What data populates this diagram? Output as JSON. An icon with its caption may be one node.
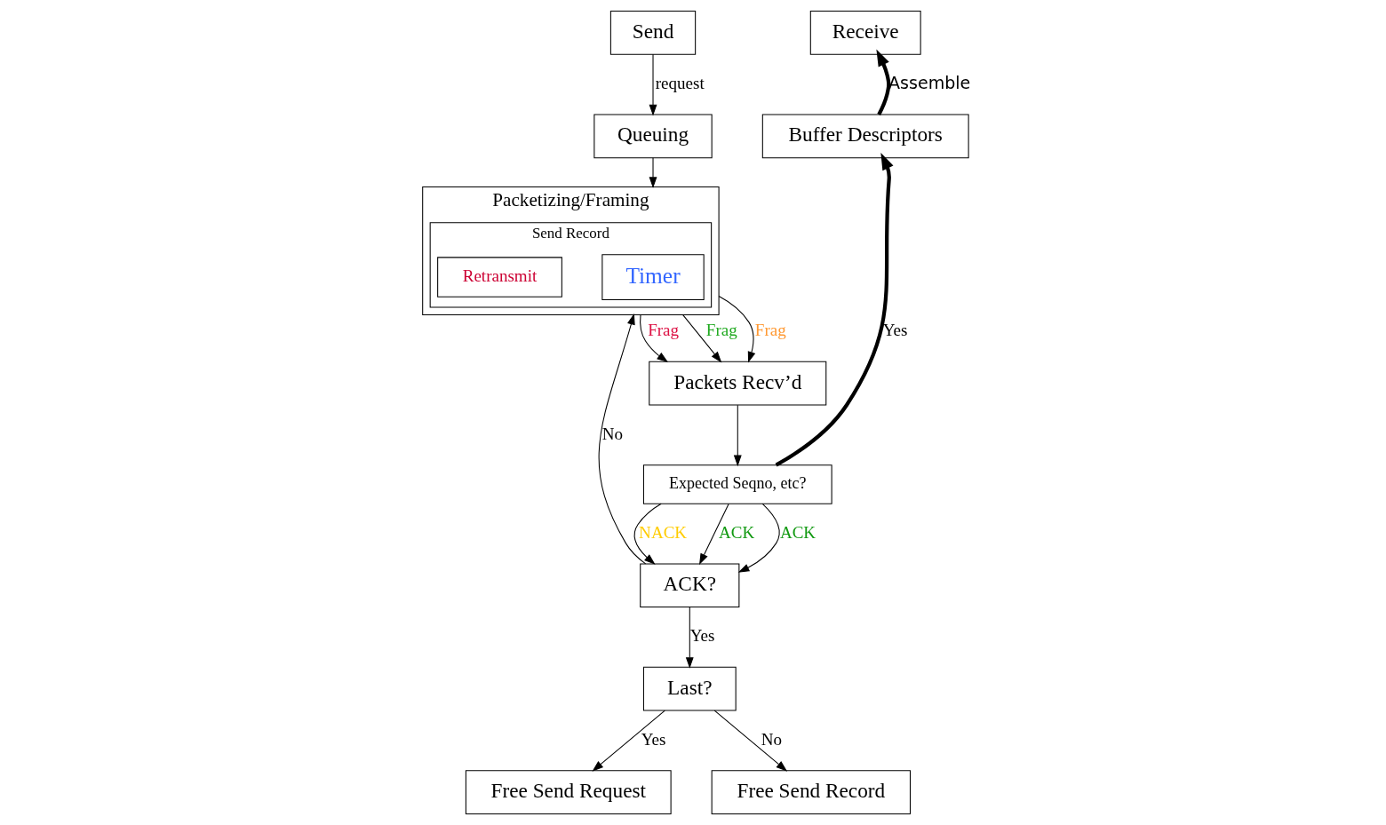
{
  "diagram": {
    "nodes": [
      {
        "text": [
          "Send"
        ]
      },
      {
        "text": [
          "Queuing"
        ]
      },
      {
        "text": [
          "Packetizing/Framing"
        ]
      },
      {
        "text": [
          "Send Record"
        ],
        "in": 2
      },
      {
        "text": [
          "Timer"
        ],
        "in": 3
      },
      {
        "text": [
          "Retransmit"
        ],
        "in": 3
      },
      {
        "text": [
          "Receive"
        ]
      },
      {
        "text": [
          "Buffer Descriptors"
        ]
      },
      {
        "text": [
          "Packets Recv’d"
        ]
      },
      {
        "text": [
          "Expected Seqno, etc?"
        ]
      },
      {
        "text": [
          "ACK?"
        ]
      },
      {
        "text": [
          "Last?"
        ]
      },
      {
        "text": [
          "Free Send Request"
        ]
      },
      {
        "text": [
          "Free Send Record"
        ]
      }
    ],
    "edges": [
      {
        "from": 0,
        "to": 1,
        "arrow": "to",
        "label": "request"
      },
      {
        "from": 1,
        "to": 2,
        "arrow": "to"
      },
      {
        "from": 2,
        "to": 8,
        "arrow": "to",
        "label": "Frag"
      },
      {
        "from": 2,
        "to": 8,
        "arrow": "to",
        "label": "Frag"
      },
      {
        "from": 2,
        "to": 8,
        "arrow": "to",
        "label": "Frag"
      },
      {
        "from": 8,
        "to": 9,
        "arrow": "to"
      },
      {
        "from": 9,
        "to": 7,
        "arrow": "to",
        "label": "Yes",
        "style": "thick"
      },
      {
        "from": 7,
        "to": 6,
        "arrow": "to",
        "label": "Assemble",
        "style": "thick"
      },
      {
        "from": 9,
        "to": 10,
        "arrow": "to",
        "label": "ACK"
      },
      {
        "from": 9,
        "to": 10,
        "arrow": "to",
        "label": "NACK"
      },
      {
        "from": 9,
        "to": 10,
        "arrow": "to",
        "label": "ACK"
      },
      {
        "from": 10,
        "to": 2,
        "arrow": "to",
        "label": "No"
      },
      {
        "from": 10,
        "to": 11,
        "arrow": "to",
        "label": "Yes"
      },
      {
        "from": 11,
        "to": 12,
        "arrow": "to",
        "label": "Yes"
      },
      {
        "from": 11,
        "to": 13,
        "arrow": "to",
        "label": "No"
      }
    ]
  }
}
